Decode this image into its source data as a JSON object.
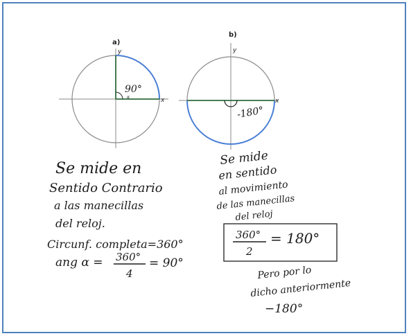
{
  "colors": {
    "frame": "#4f81bd",
    "arc": "#4a7fd6",
    "axis": "#888888",
    "angle": "#2e6b3c",
    "ink": "#1c1c1c"
  },
  "panel_a": {
    "label": "a)",
    "axis_y": "y",
    "axis_x": "x",
    "angle_label": "90°",
    "alpha": "α",
    "angle_deg": 90,
    "notes": [
      "Se mide en",
      "Sentido Contrario",
      "a las manecillas",
      "del reloj.",
      "Circunf. completa=360°"
    ],
    "formula": {
      "prefix": "ang α =",
      "numerator": "360°",
      "denominator": "4",
      "result": "= 90°"
    }
  },
  "panel_b": {
    "label": "b)",
    "axis_y": "y",
    "axis_x": "x",
    "angle_label": "-180°",
    "angle_deg": -180,
    "notes": [
      "Se mide",
      "en sentido",
      "al movimiento",
      "de las manecillas",
      "del reloj"
    ],
    "formula": {
      "numerator": "360°",
      "denominator": "2",
      "result": "= 180°"
    },
    "footer": [
      "Pero por lo",
      "dicho anteriormente",
      "−180°"
    ]
  }
}
